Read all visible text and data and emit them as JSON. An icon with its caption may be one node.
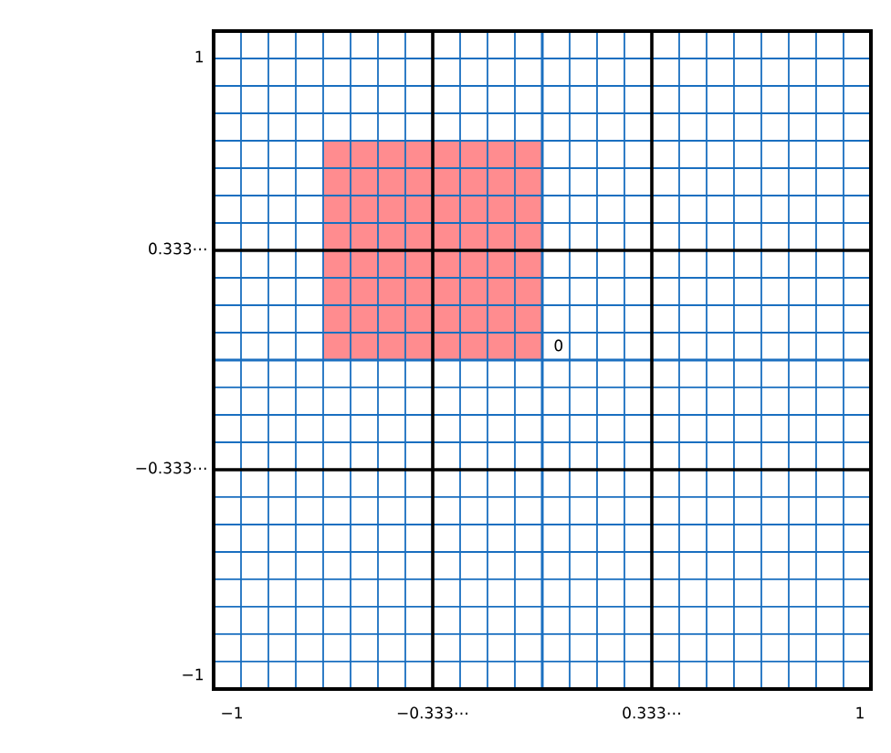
{
  "diagram": {
    "labels": [
      "1",
      "0.333⋯",
      "0",
      "−0.333⋯",
      "−1",
      "−1",
      "−0.333⋯",
      "0.333⋯",
      "1"
    ]
  }
}
